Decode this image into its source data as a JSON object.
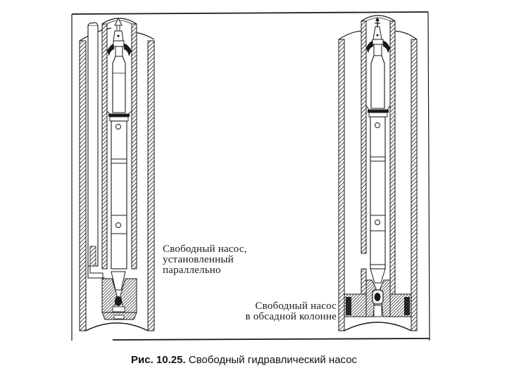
{
  "figure": {
    "caption": {
      "number": "Рис. 10.25.",
      "title": " Свободный гидравлический насос"
    },
    "panels": [
      {
        "id": "parallel",
        "label_lines": [
          "Свободный  насос,",
          "установленный",
          "параллельно"
        ]
      },
      {
        "id": "casing",
        "label_lines": [
          "Свободный  насос",
          "в обсадной колонне"
        ]
      }
    ],
    "colors": {
      "ink": "#1a1a1a",
      "background": "#ffffff",
      "hatch_fill": "#ffffff"
    }
  }
}
